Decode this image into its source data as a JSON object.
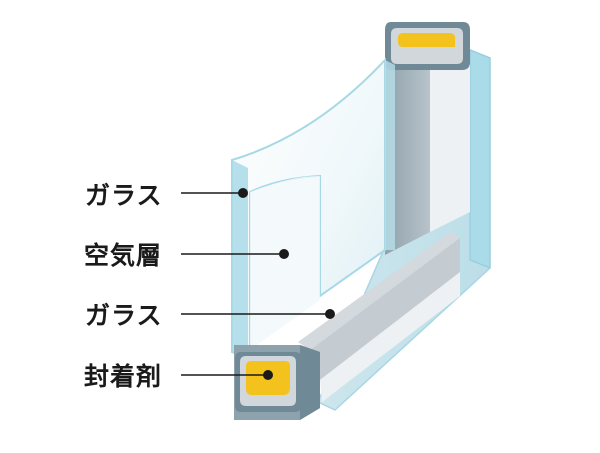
{
  "labels": {
    "glass_outer": "ガラス",
    "air_layer": "空気層",
    "glass_inner": "ガラス",
    "sealant": "封着剤"
  },
  "colors": {
    "glass_edge": "#a9dbe8",
    "glass_face": "#d9eef3",
    "spacer_frame": "#6f8996",
    "spacer_inner": "#c9ced3",
    "sealant": "#f3c21c",
    "leader_line": "#1a1a1a"
  }
}
